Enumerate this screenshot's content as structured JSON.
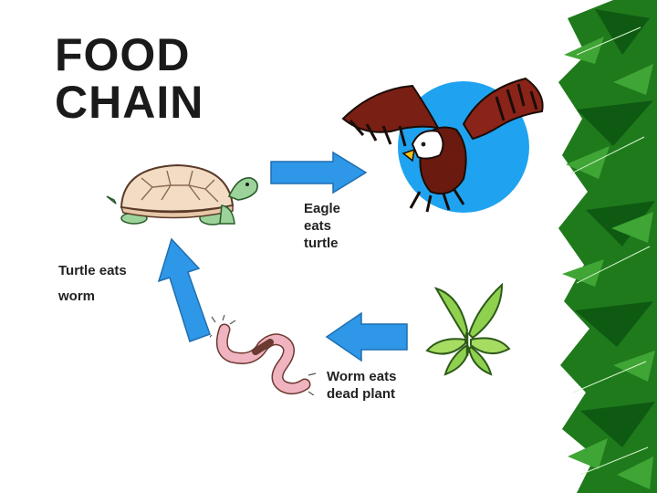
{
  "title": {
    "line1": "FOOD",
    "line2": "CHAIN"
  },
  "captions": {
    "eagle": [
      "Eagle",
      "eats",
      "turtle"
    ],
    "worm": [
      "Worm eats",
      "dead plant"
    ],
    "turtle_line1": "Turtle eats",
    "turtle_line2": "worm"
  },
  "icons": {
    "turtle": "turtle-icon",
    "eagle": "eagle-icon",
    "worm": "worm-icon",
    "plant": "plant-icon",
    "arrow": "arrow-icon",
    "bamboo": "bamboo-border"
  },
  "colors": {
    "arrow": "#2f97e8",
    "sun": "#1fa3f0",
    "bamboo_dark": "#0f5a12",
    "bamboo_light": "#3fa535"
  }
}
